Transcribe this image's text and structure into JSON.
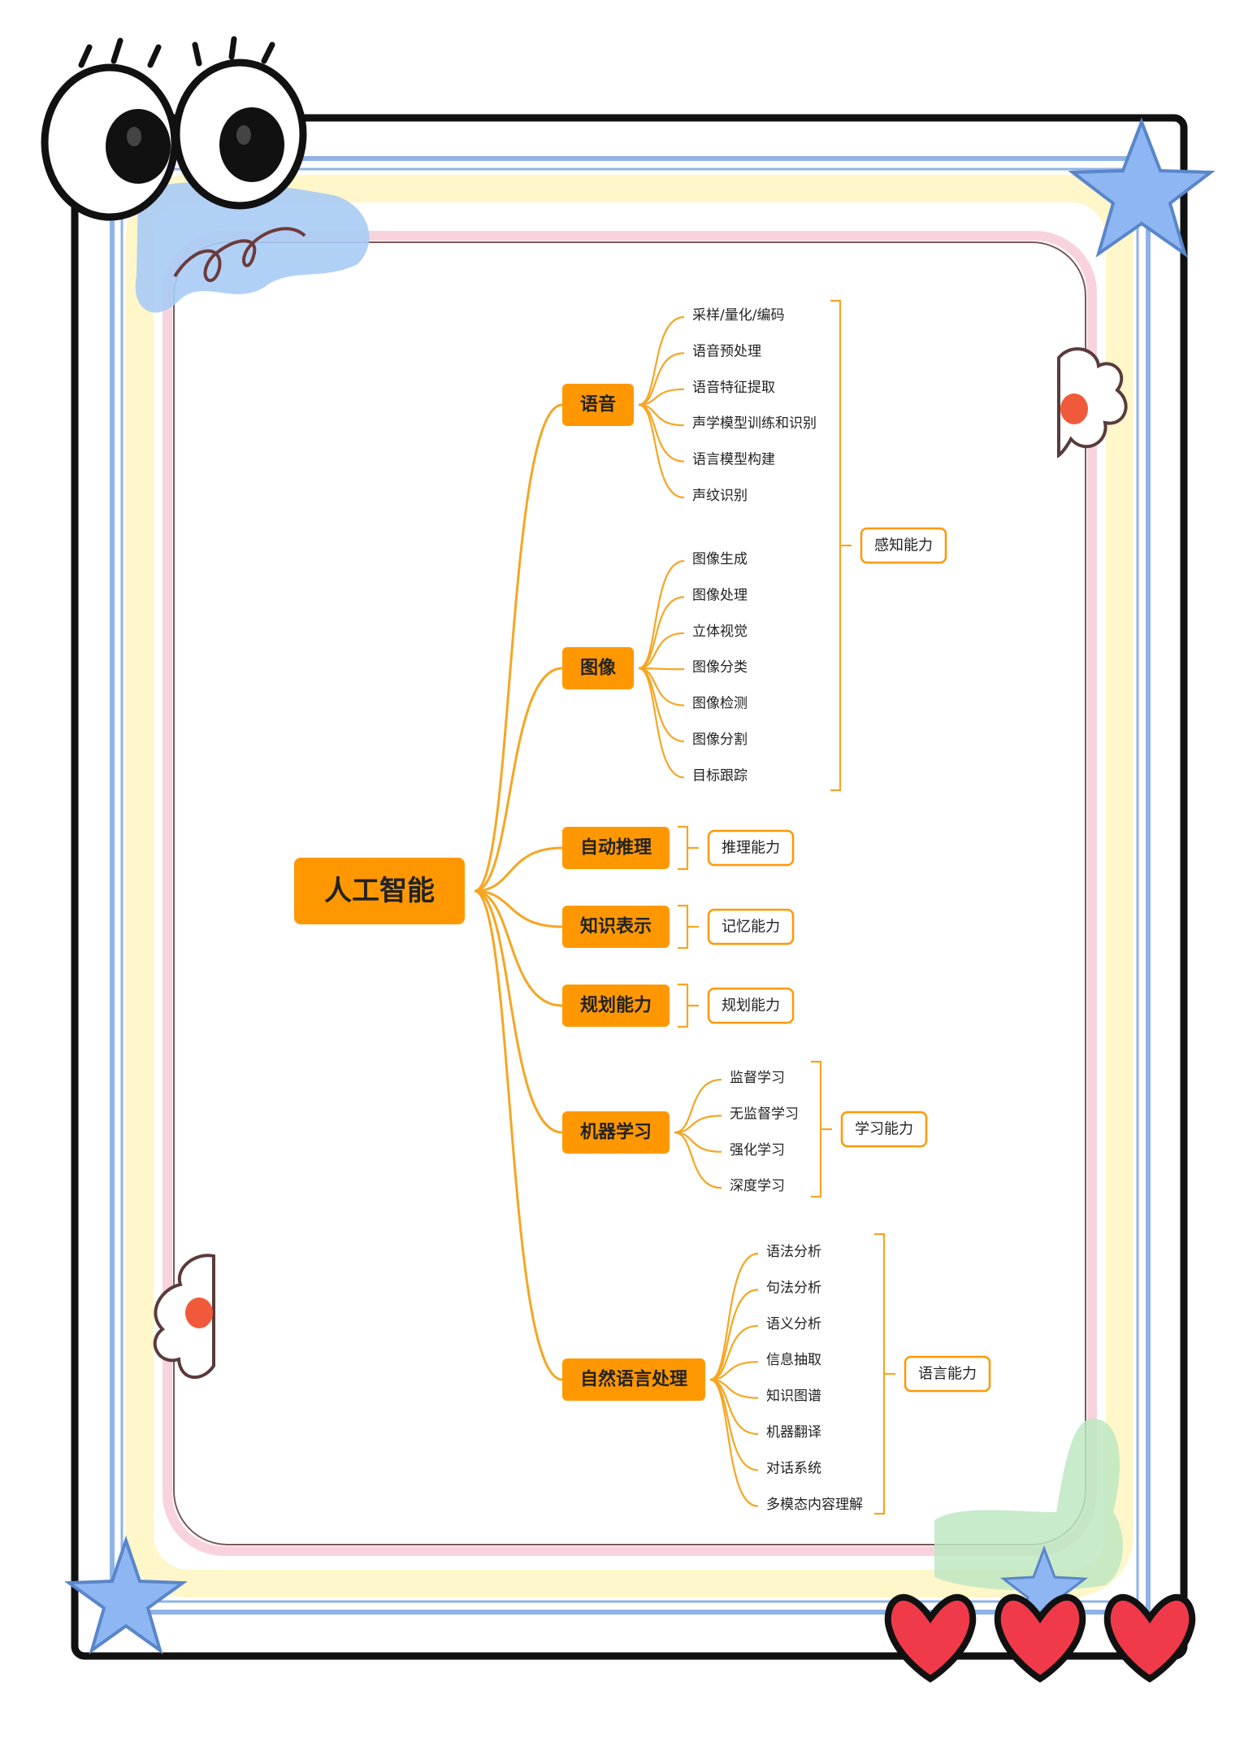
{
  "root": "人工智能",
  "branches": [
    {
      "name": "语音",
      "leaves": [
        "采样/量化/编码",
        "语音预处理",
        "语音特征提取",
        "声学模型训练和识别",
        "语言模型构建",
        "声纹识别"
      ]
    },
    {
      "name": "图像",
      "leaves": [
        "图像生成",
        "图像处理",
        "立体视觉",
        "图像分类",
        "图像检测",
        "图像分割",
        "目标跟踪"
      ]
    },
    {
      "name": "自动推理",
      "leaves": []
    },
    {
      "name": "知识表示",
      "leaves": []
    },
    {
      "name": "规划能力",
      "leaves": []
    },
    {
      "name": "机器学习",
      "leaves": [
        "监督学习",
        "无监督学习",
        "强化学习",
        "深度学习"
      ]
    },
    {
      "name": "自然语言处理",
      "leaves": [
        "语法分析",
        "句法分析",
        "语义分析",
        "信息抽取",
        "知识图谱",
        "机器翻译",
        "对话系统",
        "多模态内容理解"
      ]
    }
  ],
  "groups": [
    {
      "label": "感知能力",
      "covers": [
        "语音",
        "图像"
      ]
    },
    {
      "label": "推理能力",
      "covers": [
        "自动推理"
      ]
    },
    {
      "label": "记忆能力",
      "covers": [
        "知识表示"
      ]
    },
    {
      "label": "规划能力",
      "covers": [
        "规划能力"
      ]
    },
    {
      "label": "学习能力",
      "covers": [
        "机器学习"
      ]
    },
    {
      "label": "语言能力",
      "covers": [
        "自然语言处理"
      ]
    }
  ],
  "colors": {
    "accent": "#FF9800",
    "line": "#F5A623",
    "text": "#222222",
    "frame_blue": "#8FB3E6",
    "frame_yellow": "#FFF6C9",
    "frame_pink": "#F8D3DE",
    "heart": "#F03A4A",
    "star": "#8DB6F2"
  },
  "decorations": [
    "cartoon-eyes",
    "star-icon",
    "heart-icon",
    "flower-icon",
    "paint-splash"
  ]
}
